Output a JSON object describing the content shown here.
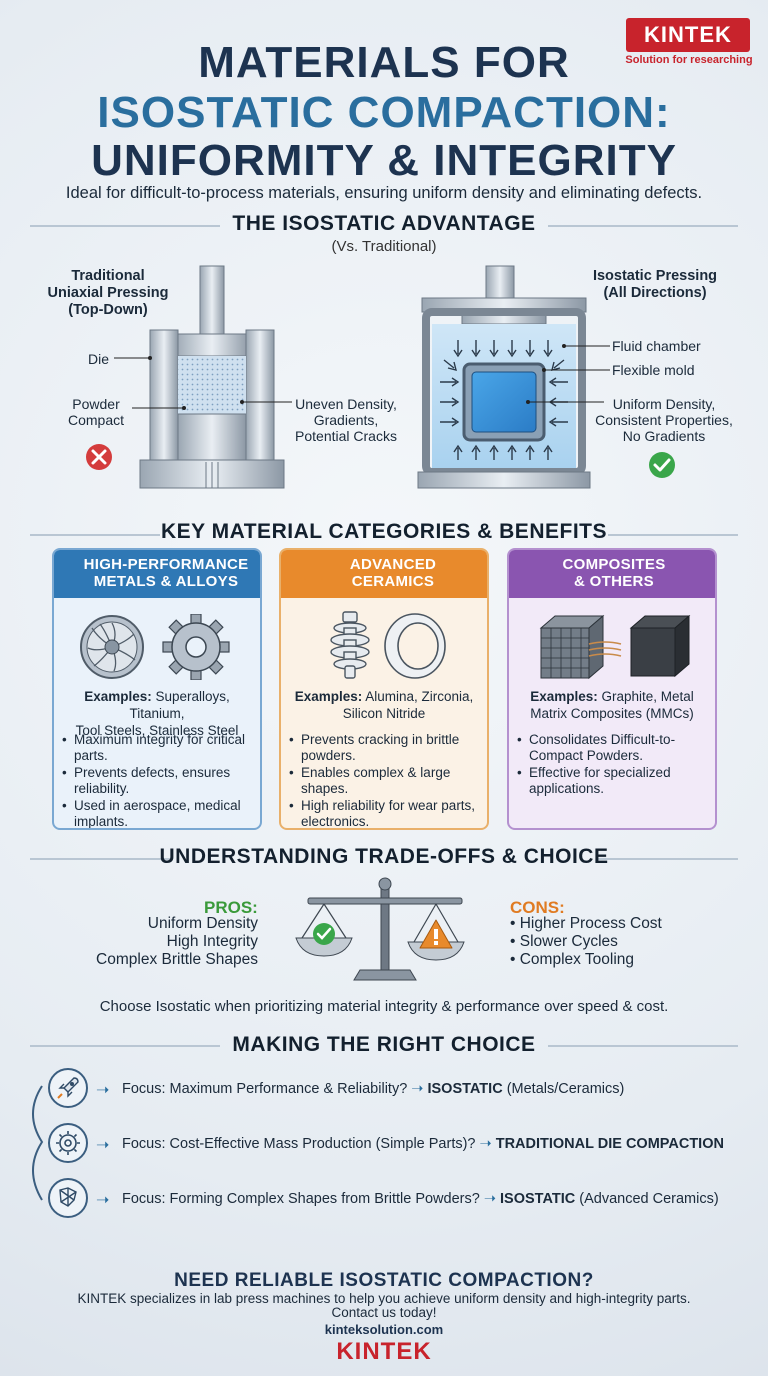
{
  "logo": {
    "name": "KINTEK",
    "tagline": "Solution for researching"
  },
  "title": {
    "line1": "MATERIALS FOR",
    "line2": "ISOSTATIC COMPACTION:",
    "line3": "UNIFORMITY & INTEGRITY"
  },
  "subtitle": "Ideal for difficult-to-process materials, ensuring uniform density and eliminating defects.",
  "advantage": {
    "heading": "THE ISOSTATIC ADVANTAGE",
    "subheading": "(Vs. Traditional)",
    "traditional": {
      "title_1": "Traditional",
      "title_2": "Uniaxial Pressing",
      "title_3": "(Top-Down)",
      "die_label": "Die",
      "powder_label_1": "Powder",
      "powder_label_2": "Compact",
      "result_1": "Uneven Density,",
      "result_2": "Gradients,",
      "result_3": "Potential Cracks",
      "status_icon": "x-icon"
    },
    "isostatic": {
      "title_1": "Isostatic Pressing",
      "title_2": "(All Directions)",
      "fluid_label": "Fluid chamber",
      "mold_label": "Flexible mold",
      "result_1": "Uniform Density,",
      "result_2": "Consistent Properties,",
      "result_3": "No Gradients",
      "status_icon": "check-icon"
    }
  },
  "categories": {
    "heading": "KEY MATERIAL CATEGORIES & BENEFITS",
    "metals": {
      "head_1": "HIGH-PERFORMANCE",
      "head_2": "METALS & ALLOYS",
      "ex_label": "Examples:",
      "ex_1": "Superalloys, Titanium,",
      "ex_2": "Tool Steels, Stainless Steel",
      "items": [
        "Maximum integrity for critical parts.",
        "Prevents defects, ensures reliability.",
        "Used in aerospace, medical implants."
      ],
      "color": "#2f78b5"
    },
    "ceramics": {
      "head_1": "ADVANCED",
      "head_2": "CERAMICS",
      "ex_label": "Examples:",
      "ex_1": "Alumina, Zirconia,",
      "ex_2": "Silicon Nitride",
      "items": [
        "Prevents cracking in brittle powders.",
        "Enables complex & large shapes.",
        "High reliability for wear parts, electronics."
      ],
      "color": "#e88a2c"
    },
    "composites": {
      "head_1": "COMPOSITES",
      "head_2": "& OTHERS",
      "ex_label": "Examples:",
      "ex_1": "Graphite, Metal",
      "ex_2": "Matrix Composites (MMCs)",
      "items": [
        "Consolidates Difficult-to-Compact Powders.",
        "Effective for specialized applications."
      ],
      "color": "#8a55b0"
    }
  },
  "tradeoffs": {
    "heading": "UNDERSTANDING TRADE-OFFS & CHOICE",
    "pros_title": "PROS:",
    "pros": [
      "Uniform Density",
      "High Integrity",
      "Complex Brittle Shapes"
    ],
    "cons_title": "CONS:",
    "cons": [
      "• Higher Process Cost",
      "• Slower Cycles",
      "• Complex Tooling"
    ],
    "note": "Choose Isostatic when prioritizing material integrity & performance over speed & cost."
  },
  "choice": {
    "heading": "MAKING THE RIGHT CHOICE",
    "rows": [
      {
        "icon": "rocket-icon",
        "question": "Focus: Maximum Performance & Reliability?",
        "answer": "ISOSTATIC",
        "detail": "(Metals/Ceramics)"
      },
      {
        "icon": "gear-icon",
        "question": "Focus: Cost-Effective Mass Production (Simple Parts)?",
        "answer": "TRADITIONAL DIE COMPACTION",
        "detail": ""
      },
      {
        "icon": "shapes-icon",
        "question": "Focus: Forming Complex Shapes from Brittle Powders?",
        "answer": "ISOSTATIC",
        "detail": "(Advanced Ceramics)"
      }
    ]
  },
  "cta": {
    "heading": "NEED RELIABLE ISOSTATIC COMPACTION?",
    "body_1": "KINTEK specializes in lab press machines to help you achieve uniform density and high-integrity parts.",
    "body_2": "Contact us today!",
    "url": "kinteksolution.com"
  },
  "colors": {
    "navy": "#1d3350",
    "blue": "#2a6e9e",
    "red": "#c8232c",
    "green": "#3a9a3a",
    "orange": "#e07b22"
  }
}
